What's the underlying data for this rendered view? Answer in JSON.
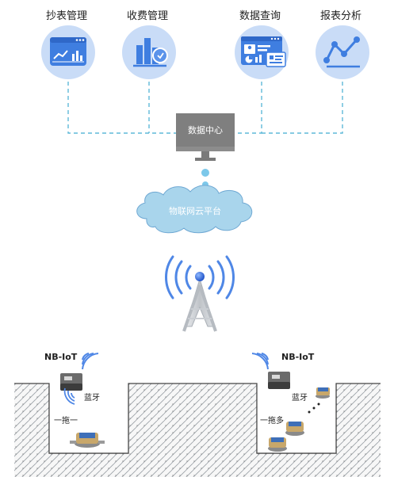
{
  "modules": [
    {
      "label": "抄表管理",
      "icon": "meter-reading-dashboard-icon"
    },
    {
      "label": "收费管理",
      "icon": "billing-bar-chart-icon"
    },
    {
      "label": "数据查询",
      "icon": "data-query-screen-icon"
    },
    {
      "label": "报表分析",
      "icon": "report-line-chart-icon"
    }
  ],
  "data_center": {
    "label": "数据中心",
    "icon": "monitor-icon"
  },
  "cloud": {
    "label": "物联网云平台",
    "icon": "cloud-icon"
  },
  "tower": {
    "icon": "signal-tower-icon"
  },
  "left_site": {
    "network": "NB-IoT",
    "bluetooth": "蓝牙",
    "mode": "一拖一",
    "icons": [
      "wifi-signal-icon",
      "nb-iot-module-icon",
      "bluetooth-signal-icon",
      "water-meter-icon"
    ]
  },
  "right_site": {
    "network": "NB-IoT",
    "bluetooth": "蓝牙",
    "mode": "一拖多",
    "icons": [
      "wifi-signal-icon",
      "nb-iot-module-icon",
      "water-meter-icon"
    ]
  },
  "colors": {
    "icon_circle": "#c9dcf7",
    "icon_blue": "#3f7ee0",
    "dashed_line": "#5fb9d8",
    "monitor": "#7f7f7f",
    "cloud": "#a9d5ec",
    "tower": "#c5c8cc",
    "soil": "#9aa0a6"
  }
}
